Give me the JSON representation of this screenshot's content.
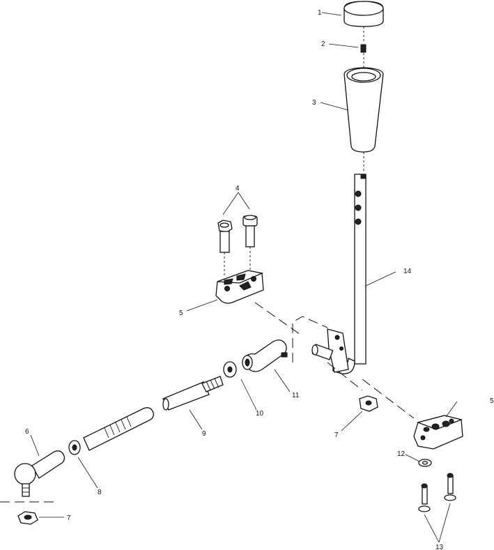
{
  "callouts": [
    {
      "id": "c1",
      "text": "1"
    },
    {
      "id": "c2",
      "text": "2"
    },
    {
      "id": "c3",
      "text": "3"
    },
    {
      "id": "c4",
      "text": "4"
    },
    {
      "id": "c5a",
      "text": "5"
    },
    {
      "id": "c5b",
      "text": "5"
    },
    {
      "id": "c6",
      "text": "6"
    },
    {
      "id": "c7a",
      "text": "7"
    },
    {
      "id": "c7b",
      "text": "7"
    },
    {
      "id": "c8",
      "text": "8"
    },
    {
      "id": "c9",
      "text": "9"
    },
    {
      "id": "c10",
      "text": "10"
    },
    {
      "id": "c11",
      "text": "11"
    },
    {
      "id": "c12",
      "text": "12"
    },
    {
      "id": "c13",
      "text": "13"
    },
    {
      "id": "c14",
      "text": "14"
    }
  ]
}
